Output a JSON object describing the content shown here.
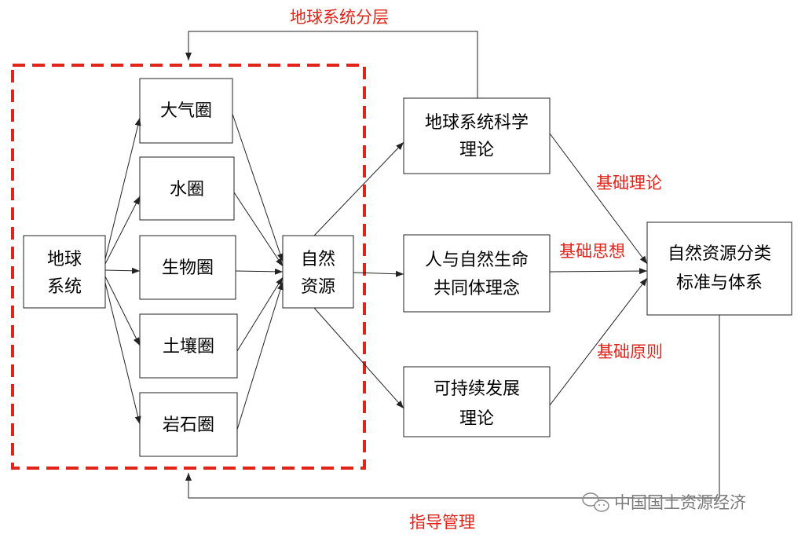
{
  "boxes": {
    "earth_system": [
      "地球",
      "系统"
    ],
    "atmosphere": "大气圈",
    "hydrosphere": "水圈",
    "biosphere": "生物圈",
    "pedosphere": "土壤圈",
    "lithosphere": "岩石圈",
    "natural_resources": [
      "自然",
      "资源"
    ],
    "earth_system_science": [
      "地球系统科学",
      "理论"
    ],
    "harmony_concept": [
      "人与自然生命",
      "共同体理念"
    ],
    "sustainable_dev": [
      "可持续发展",
      "理论"
    ],
    "classification": [
      "自然资源分类",
      "标准与体系"
    ]
  },
  "labels": {
    "earth_system_layering": "地球系统分层",
    "basic_theory": "基础理论",
    "basic_thought": "基础思想",
    "basic_principle": "基础原则",
    "guiding_management": "指导管理"
  },
  "watermark": "中国国土资源经济",
  "colors": {
    "accent_red": "#e2231a",
    "line": "#222222",
    "watermark": "#7a7a7a"
  }
}
